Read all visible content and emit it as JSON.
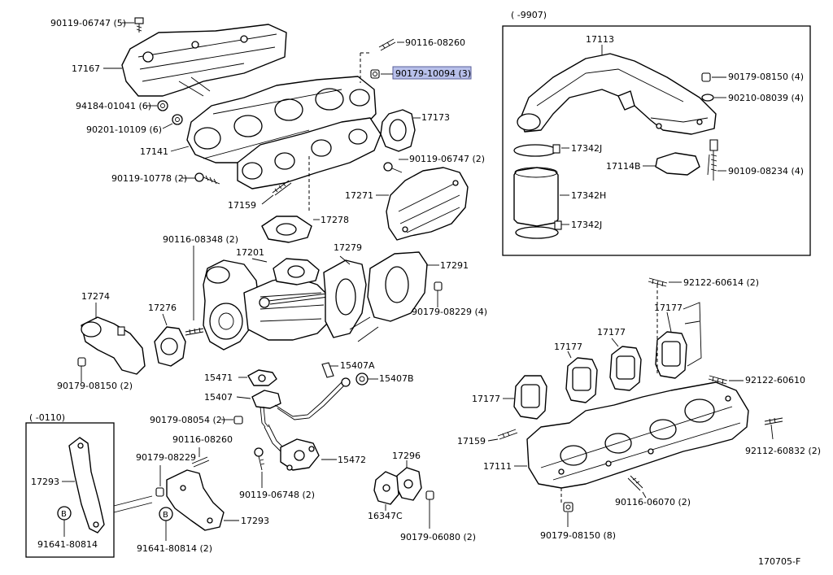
{
  "figure_id": "170705-F",
  "highlighted_part": "90179-10094 (3)",
  "box_top_right": {
    "note": "( -9907)"
  },
  "box_bottom_left": {
    "note": "( -0110)"
  },
  "labels": {
    "p90119_06747_5": "90119-06747 (5)",
    "p17167": "17167",
    "p94184_01041": "94184-01041 (6)",
    "p90201_10109": "90201-10109 (6)",
    "p17141": "17141",
    "p90119_10778": "90119-10778 (2)",
    "p17159_top": "17159",
    "p90116_08260_top": "90116-08260",
    "p90179_10094": "90179-10094 (3)",
    "p17173": "17173",
    "p90119_06747_2": "90119-06747 (2)",
    "p17271": "17271",
    "p17278": "17278",
    "p90116_08348": "90116-08348 (2)",
    "p17201": "17201",
    "p17279": "17279",
    "p17291": "17291",
    "p90179_08229_4": "90179-08229 (4)",
    "p17274": "17274",
    "p17276": "17276",
    "p90179_08150_2": "90179-08150 (2)",
    "p15407A": "15407A",
    "p15471": "15471",
    "p15407B": "15407B",
    "p15407": "15407",
    "p90179_08054": "90179-08054 (2)",
    "p90116_08260_bot": "90116-08260",
    "p90179_08229_bot": "90179-08229",
    "p15472": "15472",
    "p90119_06748": "90119-06748 (2)",
    "p17296": "17296",
    "p16347C": "16347C",
    "p90179_06080": "90179-06080 (2)",
    "p17293_left": "17293",
    "p91641_80814_left": "91641-80814",
    "p17293_right": "17293",
    "p91641_80814_right": "91641-80814 (2)",
    "circle_b": "B",
    "p17113": "17113",
    "p90179_08150_4": "90179-08150 (4)",
    "p90210_08039": "90210-08039 (4)",
    "p17342J_top": "17342J",
    "p17114B": "17114B",
    "p90109_08234": "90109-08234 (4)",
    "p17342H": "17342H",
    "p17342J_bot": "17342J",
    "p92122_60614": "92122-60614 (2)",
    "p17177_a": "17177",
    "p17177_b": "17177",
    "p17177_c": "17177",
    "p17177_d": "17177",
    "p92122_60610": "92122-60610",
    "p17159_bot": "17159",
    "p17111": "17111",
    "p92112_60832": "92112-60832 (2)",
    "p90116_06070": "90116-06070 (2)",
    "p90179_08150_8": "90179-08150 (8)"
  }
}
